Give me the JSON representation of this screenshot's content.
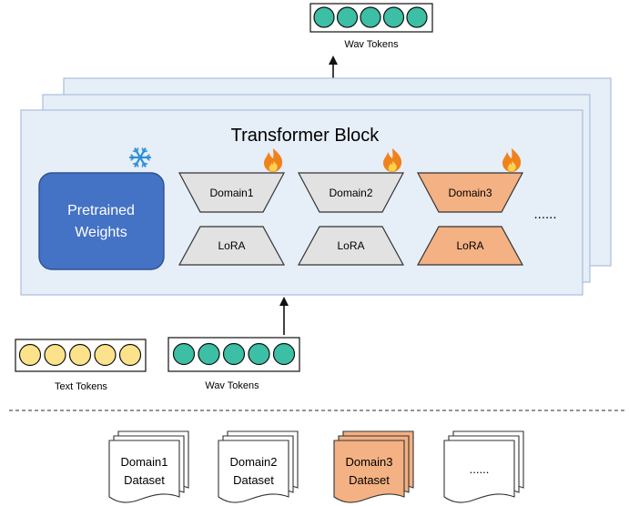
{
  "output_tokens": {
    "label": "Wav Tokens",
    "count": 5,
    "color": "#3cbfa4"
  },
  "transformer": {
    "title": "Transformer Block",
    "pretrained_label_line1": "Pretrained",
    "pretrained_label_line2": "Weights",
    "frozen_icon": "snowflake-icon",
    "trainable_icon": "flame-icon",
    "ellipsis": "......",
    "modules": [
      {
        "domain_label": "Domain1",
        "lora_label": "LoRA",
        "highlighted": false
      },
      {
        "domain_label": "Domain2",
        "lora_label": "LoRA",
        "highlighted": false
      },
      {
        "domain_label": "Domain3",
        "lora_label": "LoRA",
        "highlighted": true
      }
    ]
  },
  "input_tokens": {
    "text": {
      "label": "Text Tokens",
      "count": 5,
      "color": "#fde28c"
    },
    "wav": {
      "label": "Wav Tokens",
      "count": 5,
      "color": "#3cbfa4"
    }
  },
  "datasets": [
    {
      "line1": "Domain1",
      "line2": "Dataset",
      "highlighted": false
    },
    {
      "line1": "Domain2",
      "line2": "Dataset",
      "highlighted": false
    },
    {
      "line1": "Domain3",
      "line2": "Dataset",
      "highlighted": true
    },
    {
      "line1": "......",
      "line2": "",
      "highlighted": false
    }
  ],
  "colors": {
    "block_fill": "#e6eef8",
    "block_stroke": "#a9bfd9",
    "pretrained_fill": "#4472c4",
    "module_fill": "#e2e2e2",
    "highlight_fill": "#f4b183",
    "snowflake": "#2e8fd6",
    "flame_outer": "#f0821e",
    "flame_inner": "#fcd34d"
  }
}
